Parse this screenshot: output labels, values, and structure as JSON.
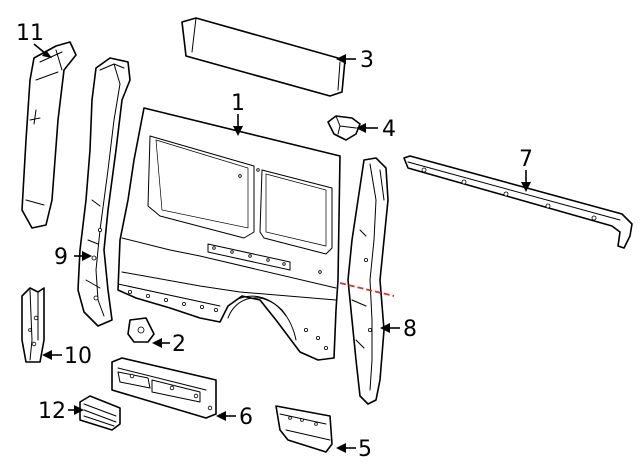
{
  "callouts": [
    {
      "id": "1",
      "label": "1"
    },
    {
      "id": "2",
      "label": "2"
    },
    {
      "id": "3",
      "label": "3"
    },
    {
      "id": "4",
      "label": "4"
    },
    {
      "id": "5",
      "label": "5"
    },
    {
      "id": "6",
      "label": "6"
    },
    {
      "id": "7",
      "label": "7"
    },
    {
      "id": "8",
      "label": "8"
    },
    {
      "id": "9",
      "label": "9"
    },
    {
      "id": "10",
      "label": "10"
    },
    {
      "id": "11",
      "label": "11"
    },
    {
      "id": "12",
      "label": "12"
    }
  ],
  "colors": {
    "line": "#000000",
    "cut_line": "#d0342c",
    "background": "#ffffff"
  }
}
